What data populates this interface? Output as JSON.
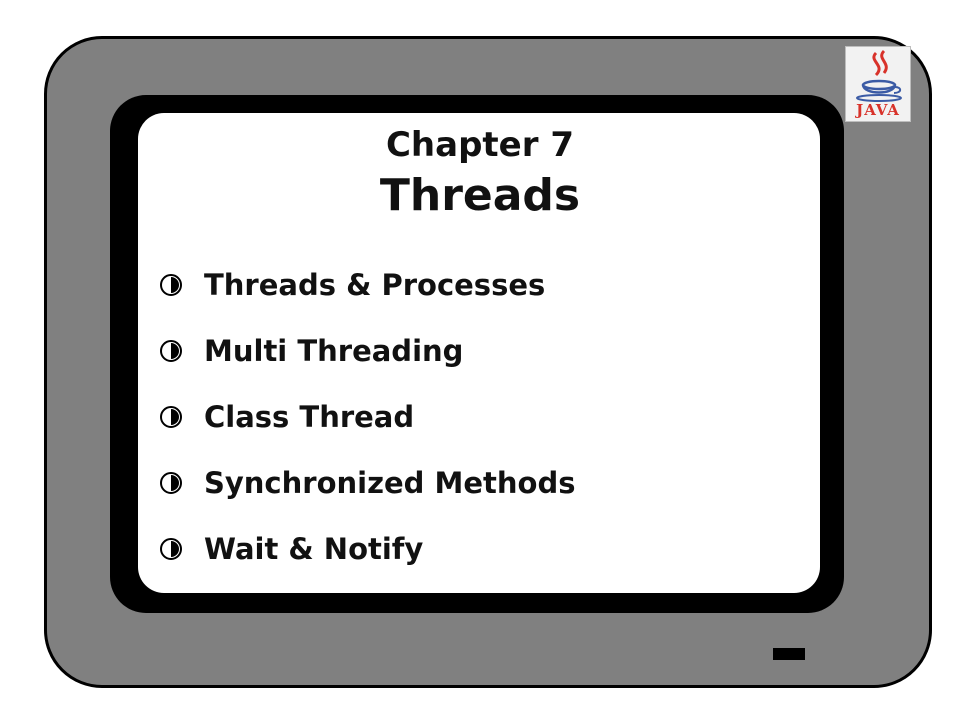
{
  "slide": {
    "chapter": "Chapter 7",
    "title": "Threads",
    "topics": [
      "Threads & Processes",
      "Multi Threading",
      "Class Thread",
      "Synchronized Methods",
      "Wait & Notify"
    ]
  },
  "logo": {
    "icon": "java-coffee-cup-icon",
    "text": "JAVA",
    "text_color": "#d8322a",
    "steam_color": "#d8322a",
    "cup_color": "#3b5ba5"
  },
  "colors": {
    "casing": "#808080",
    "bezel": "#000000",
    "screen": "#ffffff"
  }
}
